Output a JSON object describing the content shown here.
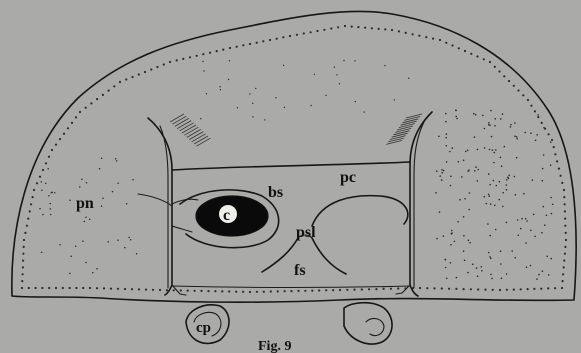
{
  "labels": {
    "pn": "pn",
    "c": "c",
    "bs": "bs",
    "pc": "pc",
    "psl": "psl",
    "fs": "fs",
    "cp": "cp",
    "caption": "Fig. 9"
  },
  "colors": {
    "background": "#aaaaa8",
    "ink": "#161616"
  }
}
